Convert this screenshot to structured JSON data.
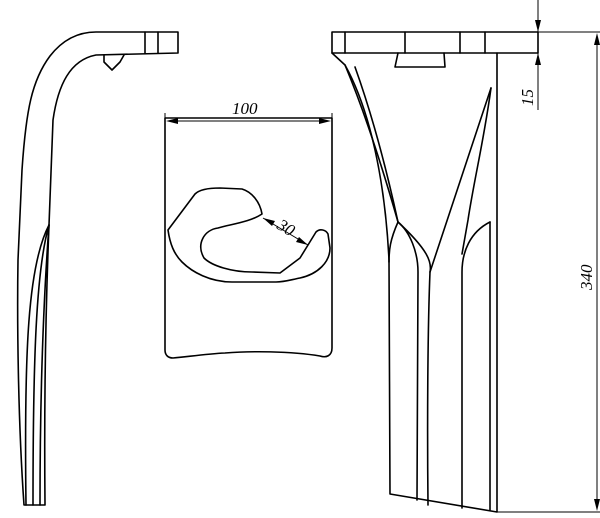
{
  "dimensions": {
    "width_100": "100",
    "hole_30": "30",
    "offset_15": "15",
    "length_340": "340"
  },
  "colors": {
    "line": "#000000",
    "background": "#ffffff"
  }
}
